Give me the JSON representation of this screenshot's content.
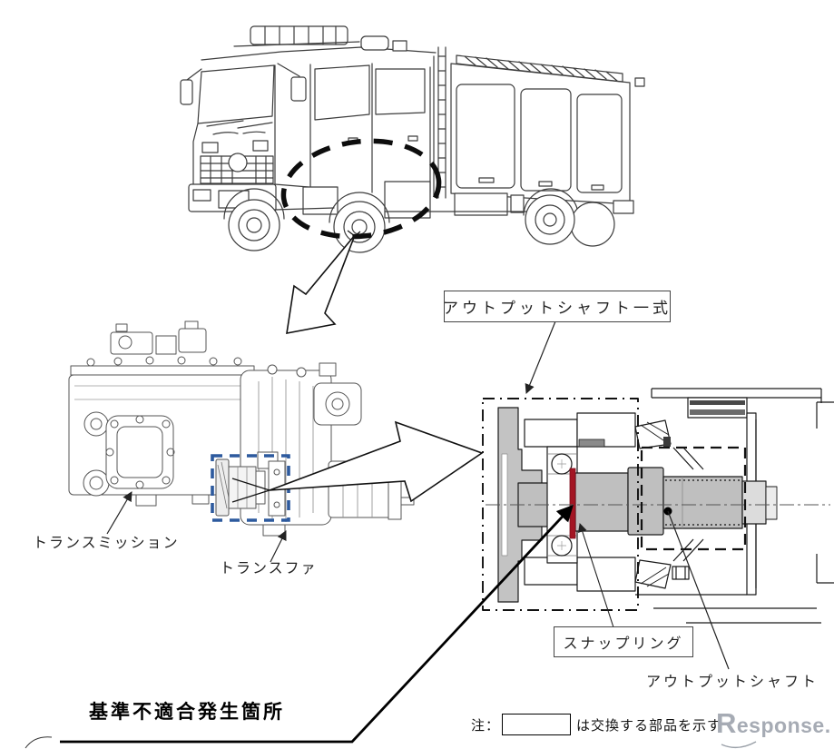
{
  "labels": {
    "output_shaft_assembly": "アウトプットシャフト一式",
    "transmission": "トランスミッション",
    "transfer": "トランスファ",
    "snap_ring": "スナップリング",
    "output_shaft": "アウトプットシャフト",
    "defect_location": "基準不適合発生箇所"
  },
  "note": {
    "prefix": "注：",
    "suffix": "は交換する部品を示す"
  },
  "watermark": {
    "initial": "R",
    "rest": "esponse."
  },
  "colors": {
    "highlight_red": "#a31523",
    "callout_blue": "#2d5a9e",
    "line_dark": "#1a1a1a",
    "watermark_gray": "#a6abb4"
  },
  "figures": [
    {
      "name": "fire-truck-drawing"
    },
    {
      "name": "inspection-area-ellipse"
    },
    {
      "name": "transmission-drawing"
    },
    {
      "name": "output-shaft-cross-section"
    },
    {
      "name": "snap-ring-highlight"
    }
  ]
}
